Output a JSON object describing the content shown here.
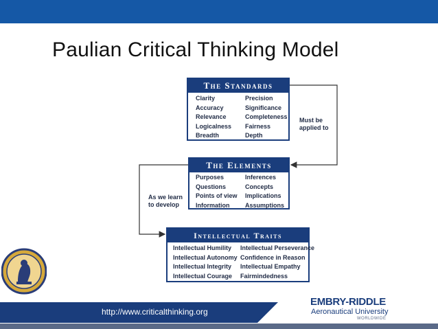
{
  "slide": {
    "title": "Paulian Critical Thinking Model"
  },
  "standards": {
    "title": "The Standards",
    "col1": [
      "Clarity",
      "Accuracy",
      "Relevance",
      "Logicalness",
      "Breadth"
    ],
    "col2": [
      "Precision",
      "Significance",
      "Completeness",
      "Fairness",
      "Depth"
    ]
  },
  "elements": {
    "title": "The Elements",
    "col1": [
      "Purposes",
      "Questions",
      "Points of view",
      "Information"
    ],
    "col2": [
      "Inferences",
      "Concepts",
      "Implications",
      "Assumptions"
    ]
  },
  "traits": {
    "title": "Intellectual Traits",
    "col1": [
      "Intellectual Humility",
      "Intellectual Autonomy",
      "Intellectual Integrity",
      "Intellectual Courage"
    ],
    "col2": [
      "Intellectual Perseverance",
      "Confidence in Reason",
      "Intellectual Empathy",
      "Fairmindedness"
    ]
  },
  "annotations": {
    "must_be_1": "Must be",
    "must_be_2": "applied to",
    "as_we_1": "As we learn",
    "as_we_2": "to develop"
  },
  "footer": {
    "url": "http://www.criticalthinking.org",
    "logo_main": "EMBRY-RIDDLE",
    "logo_sub": "Aeronautical University",
    "logo_sub2": "WORLDWIDE"
  },
  "colors": {
    "topbar": "#1558a6",
    "box_header": "#1a3d7c",
    "box_border": "#1a3d7c",
    "footer": "#1a3d7c",
    "seal_bg": "#d6a93a",
    "seal_ring": "#2a3d78"
  },
  "icons": {
    "seal": "foundation-for-critical-thinking-seal-icon"
  }
}
